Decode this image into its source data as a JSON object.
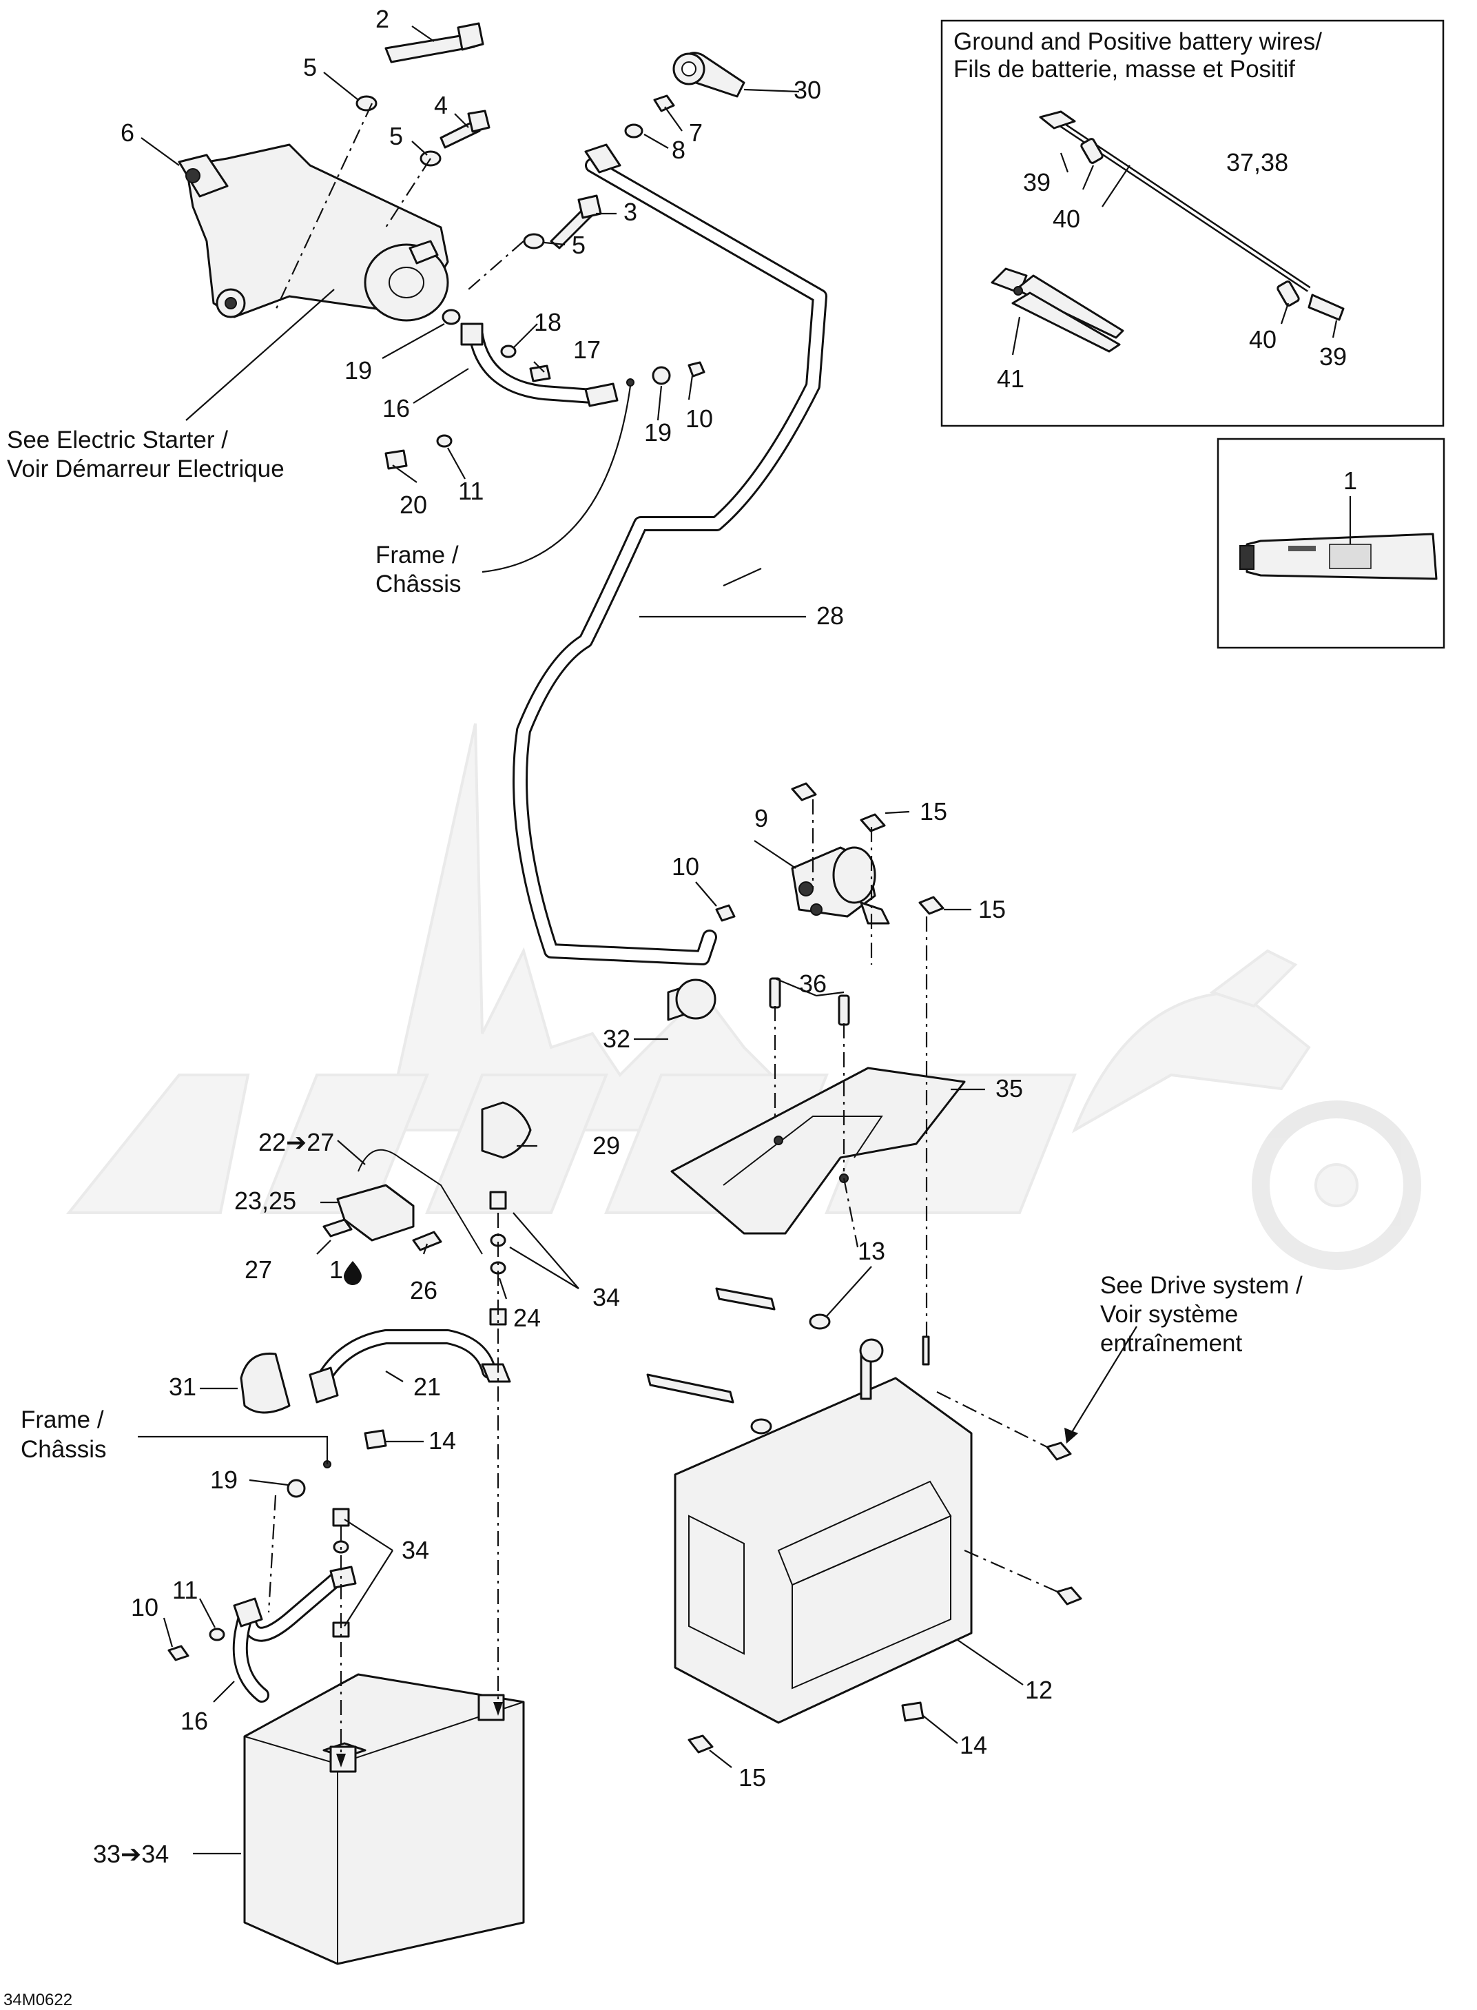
{
  "callouts": [
    {
      "id": "c2",
      "text": "2"
    },
    {
      "id": "c5a",
      "text": "5"
    },
    {
      "id": "c4",
      "text": "4"
    },
    {
      "id": "c6",
      "text": "6"
    },
    {
      "id": "c5b",
      "text": "5"
    },
    {
      "id": "c30",
      "text": "30"
    },
    {
      "id": "c7",
      "text": "7"
    },
    {
      "id": "c8",
      "text": "8"
    },
    {
      "id": "c3",
      "text": "3"
    },
    {
      "id": "c5c",
      "text": "5"
    },
    {
      "id": "c18",
      "text": "18"
    },
    {
      "id": "c19a",
      "text": "19"
    },
    {
      "id": "c17",
      "text": "17"
    },
    {
      "id": "c16a",
      "text": "16"
    },
    {
      "id": "c10a",
      "text": "10"
    },
    {
      "id": "c19b",
      "text": "19"
    },
    {
      "id": "c20",
      "text": "20"
    },
    {
      "id": "c11a",
      "text": "11"
    },
    {
      "id": "c28",
      "text": "28"
    },
    {
      "id": "c15a",
      "text": "15"
    },
    {
      "id": "c9",
      "text": "9"
    },
    {
      "id": "c10b",
      "text": "10"
    },
    {
      "id": "c15b",
      "text": "15"
    },
    {
      "id": "c36",
      "text": "36"
    },
    {
      "id": "c32",
      "text": "32"
    },
    {
      "id": "c35",
      "text": "35"
    },
    {
      "id": "c22",
      "text": "22➔27"
    },
    {
      "id": "c29",
      "text": "29"
    },
    {
      "id": "c2325",
      "text": "23,25"
    },
    {
      "id": "c27",
      "text": "27"
    },
    {
      "id": "c1b",
      "text": "1"
    },
    {
      "id": "c26",
      "text": "26"
    },
    {
      "id": "c24",
      "text": "24"
    },
    {
      "id": "c34a",
      "text": "34"
    },
    {
      "id": "c13",
      "text": "13"
    },
    {
      "id": "c31",
      "text": "31"
    },
    {
      "id": "c21",
      "text": "21"
    },
    {
      "id": "c14a",
      "text": "14"
    },
    {
      "id": "c19c",
      "text": "19"
    },
    {
      "id": "c34b",
      "text": "34"
    },
    {
      "id": "c11b",
      "text": "11"
    },
    {
      "id": "c10c",
      "text": "10"
    },
    {
      "id": "c16b",
      "text": "16"
    },
    {
      "id": "c12",
      "text": "12"
    },
    {
      "id": "c14b",
      "text": "14"
    },
    {
      "id": "c15c",
      "text": "15"
    },
    {
      "id": "c3334",
      "text": "33➔34"
    },
    {
      "id": "c3738",
      "text": "37,38"
    },
    {
      "id": "c39a",
      "text": "39"
    },
    {
      "id": "c40a",
      "text": "40"
    },
    {
      "id": "c40b",
      "text": "40"
    },
    {
      "id": "c39b",
      "text": "39"
    },
    {
      "id": "c41",
      "text": "41"
    },
    {
      "id": "c1a",
      "text": "1"
    }
  ],
  "notes": {
    "starter_line1": "See Electric Starter /",
    "starter_line2": "Voir Démarreur Electrique",
    "frame1_line1": "Frame /",
    "frame1_line2": "Châssis",
    "frame2_line1": "Frame /",
    "frame2_line2": "Châssis",
    "drive_line1": "See Drive system /",
    "drive_line2": "Voir système",
    "drive_line3": "entraînement"
  },
  "inset_wires": {
    "title_line1": "Ground and Positive battery wires/",
    "title_line2": "Fils de batterie, masse et Positif"
  },
  "diagram_code": "34M0622"
}
